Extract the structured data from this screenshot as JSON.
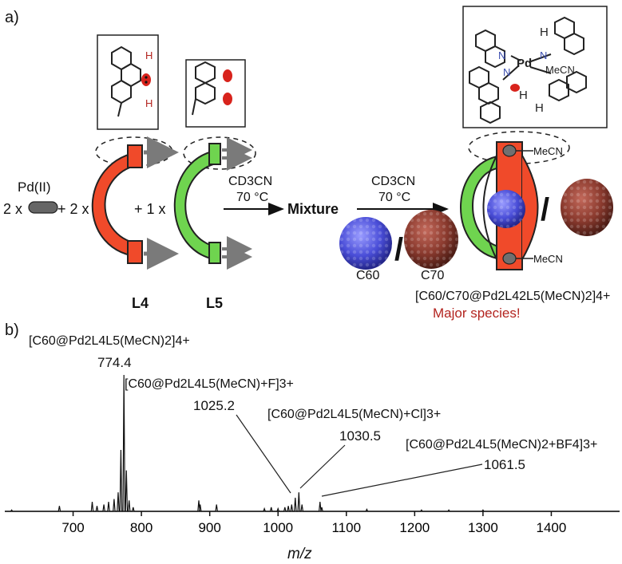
{
  "panel_a": {
    "label": "a)",
    "pd": "Pd(II)",
    "coef_pd": "2 x",
    "coef_l4": "+ 2 x",
    "coef_l5": "+ 1 x",
    "solvent1": "CD3CN",
    "temp1": "70 °C",
    "mixture": "Mixture",
    "solvent2": "CD3CN",
    "temp2": "70 °C",
    "c60": "C60",
    "c70": "C70",
    "slash": "/",
    "mecn_top": "MeCN",
    "mecn_bottom": "MeCN",
    "l4": "L4",
    "l5": "L5",
    "complex_formula": "[C60/C70@Pd2L42L5(MeCN)2]4+",
    "major_species": "Major species!",
    "h_label": "H",
    "inset_pd": "Pd",
    "inset_mecn": "MeCN",
    "inset_n": "N"
  },
  "panel_b": {
    "label": "b)",
    "peaks": [
      {
        "formula": "[C60@Pd2L4L5(MeCN)2]4+",
        "mz_label": "774.4",
        "mz": 774.4,
        "rel": 1.0
      },
      {
        "formula": "[C60@Pd2L4L5(MeCN)+F]3+",
        "mz_label": "1025.2",
        "mz": 1025.2,
        "rel": 0.1
      },
      {
        "formula": "[C60@Pd2L4L5(MeCN)+Cl]3+",
        "mz_label": "1030.5",
        "mz": 1030.5,
        "rel": 0.14
      },
      {
        "formula": "[C60@Pd2L4L5(MeCN)2+BF4]3+",
        "mz_label": "1061.5",
        "mz": 1061.5,
        "rel": 0.07
      }
    ]
  },
  "chart_data": {
    "type": "line",
    "title": "",
    "xlabel": "m/z",
    "ylabel": "",
    "xlim": [
      600,
      1500
    ],
    "xticks": [
      700,
      800,
      900,
      1000,
      1100,
      1200,
      1300,
      1400
    ],
    "grid": false,
    "series": [
      {
        "x": [
          610,
          680,
          728,
          735,
          745,
          752,
          760,
          766,
          770,
          774.4,
          778,
          782,
          788,
          884,
          886,
          910,
          980,
          990,
          1000,
          1010,
          1015,
          1020,
          1025.2,
          1030.5,
          1035,
          1061.5,
          1064,
          1130,
          1210,
          1250,
          1300
        ],
        "y": [
          0.01,
          0.04,
          0.07,
          0.04,
          0.05,
          0.07,
          0.09,
          0.14,
          0.45,
          1.0,
          0.3,
          0.08,
          0.03,
          0.08,
          0.05,
          0.05,
          0.02,
          0.03,
          0.02,
          0.03,
          0.04,
          0.05,
          0.1,
          0.14,
          0.05,
          0.07,
          0.03,
          0.015,
          0.01,
          0.01,
          0.01
        ]
      }
    ]
  }
}
